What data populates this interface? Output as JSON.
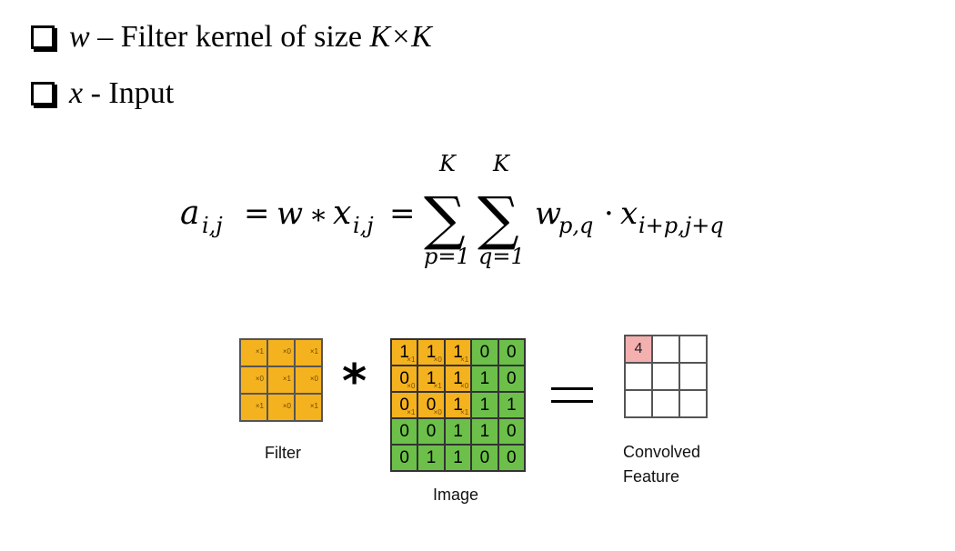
{
  "bullets": [
    {
      "symbol": "w",
      "text": " – Filter kernel of size ",
      "size": "K×K"
    },
    {
      "symbol": "x",
      "text": " - Input"
    }
  ],
  "formula": {
    "lhs": "a",
    "lhs_sub": "i,j",
    "eq1": "=",
    "w": "w",
    "conv": "∗",
    "x": "x",
    "x_sub": "i,j",
    "eq2": "=",
    "sum_upper1": "K",
    "sum_upper2": "K",
    "sum_lower1": "p=1",
    "sum_lower2": "q=1",
    "sigma": "∑",
    "term_w": "w",
    "term_w_sub": "p,q",
    "dot": "·",
    "term_x": "x",
    "term_x_sub": "i+p,j+q"
  },
  "filter": {
    "caption": "Filter",
    "weights": [
      "×1",
      "×0",
      "×1",
      "×0",
      "×1",
      "×0",
      "×1",
      "×0",
      "×1"
    ],
    "color": "#F5B21F"
  },
  "image": {
    "caption": "Image",
    "values": [
      [
        1,
        1,
        1,
        0,
        0
      ],
      [
        0,
        1,
        1,
        1,
        0
      ],
      [
        0,
        0,
        1,
        1,
        1
      ],
      [
        0,
        0,
        1,
        1,
        0
      ],
      [
        0,
        1,
        1,
        0,
        0
      ]
    ],
    "highlight_color": "#F5B21F",
    "base_color": "#6CC04A",
    "weights": [
      [
        "×1",
        "×0",
        "×1"
      ],
      [
        "×0",
        "×1",
        "×0"
      ],
      [
        "×1",
        "×0",
        "×1"
      ]
    ]
  },
  "operators": {
    "convolve": "*",
    "equals": "="
  },
  "convolved": {
    "caption_line1": "Convolved",
    "caption_line2": "Feature",
    "values": [
      "4",
      "",
      "",
      "",
      "",
      "",
      "",
      "",
      ""
    ],
    "first_color": "#F4AFAF"
  }
}
